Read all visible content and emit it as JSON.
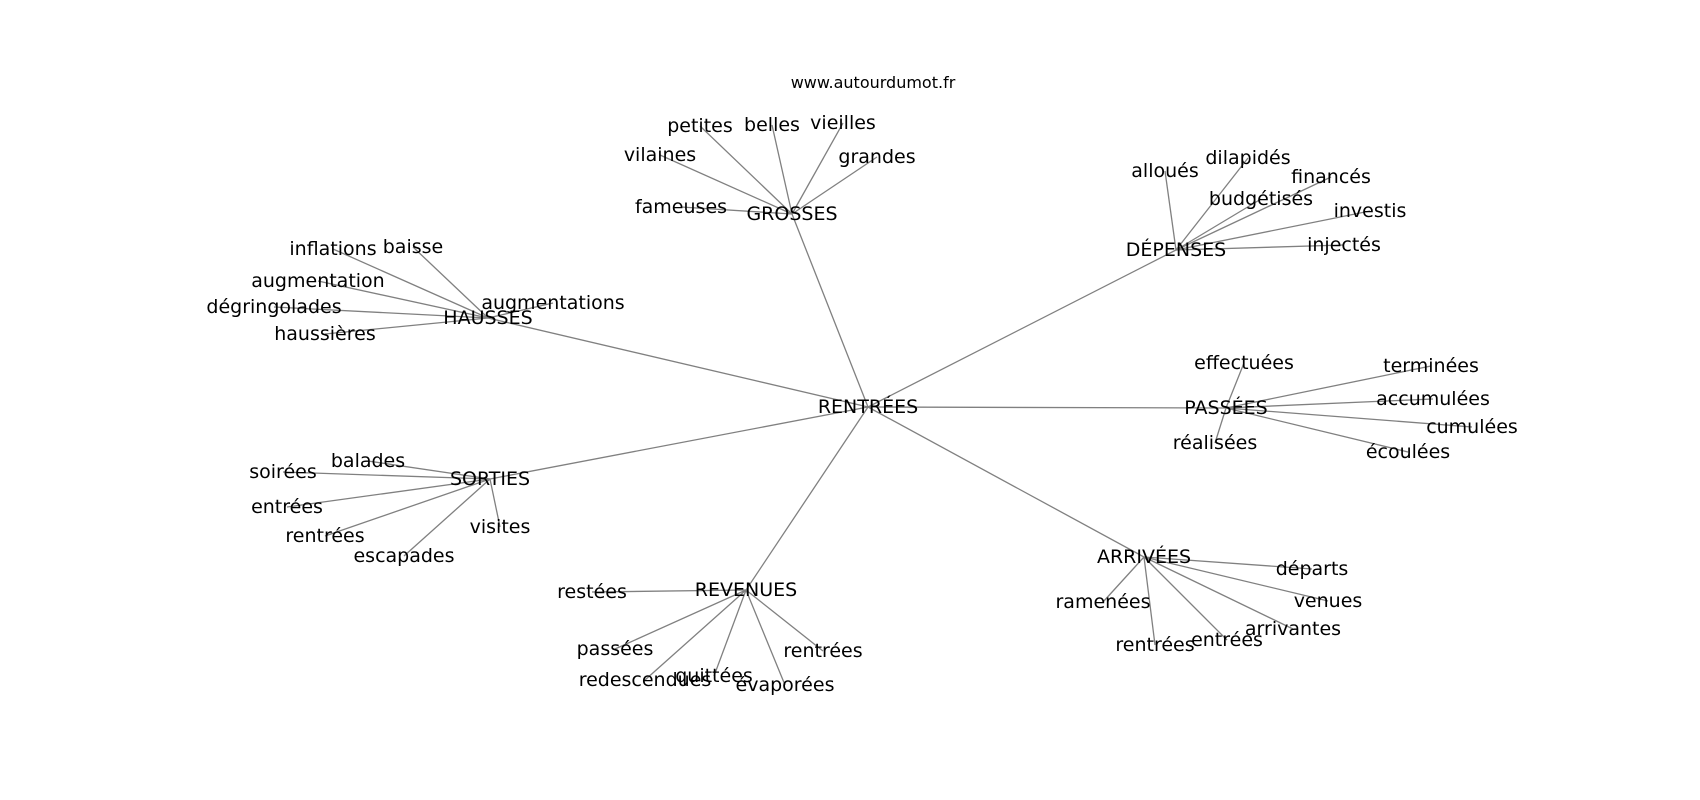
{
  "site": "www.autourdumot.fr",
  "center": "RENTRÉES",
  "clusters": [
    {
      "hub": "GROSSES",
      "words": [
        "petites",
        "belles",
        "vieilles",
        "grandes",
        "vilaines",
        "fameuses"
      ]
    },
    {
      "hub": "DÉPENSES",
      "words": [
        "alloués",
        "dilapidés",
        "financés",
        "budgétisés",
        "investis",
        "injectés"
      ]
    },
    {
      "hub": "HAUSSES",
      "words": [
        "inflations",
        "baisse",
        "augmentation",
        "augmentations",
        "dégringolades",
        "haussières"
      ]
    },
    {
      "hub": "PASSÉES",
      "words": [
        "effectuées",
        "terminées",
        "accumulées",
        "cumulées",
        "réalisées",
        "écoulées"
      ]
    },
    {
      "hub": "SORTIES",
      "words": [
        "balades",
        "soirées",
        "entrées",
        "rentrées",
        "escapades",
        "visites"
      ]
    },
    {
      "hub": "REVENUES",
      "words": [
        "restées",
        "passées",
        "redescendues",
        "quittées",
        "rentrées",
        "évaporées"
      ]
    },
    {
      "hub": "ARRIVÉES",
      "words": [
        "départs",
        "venues",
        "ramenées",
        "arrivantes",
        "entrées",
        "rentrées"
      ]
    }
  ]
}
